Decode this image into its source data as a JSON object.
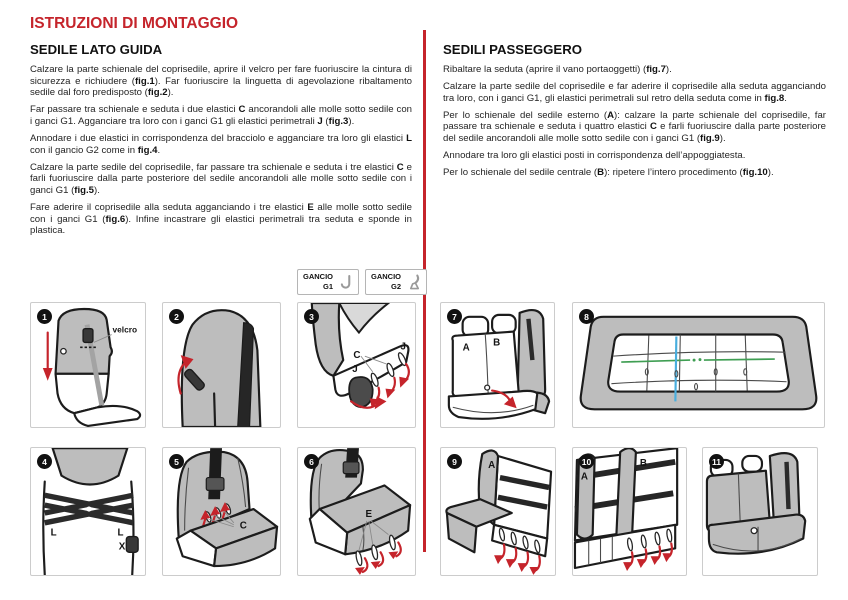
{
  "title": "ISTRUZIONI DI MONTAGGIO",
  "left_column": {
    "heading": "SEDILE LATO GUIDA",
    "paragraphs": [
      [
        {
          "t": "Calzare la parte schienale del coprisedile, aprire il velcro per fare fuoriuscire la cintura di sicurezza e richiudere ("
        },
        {
          "t": "fig.1",
          "b": true
        },
        {
          "t": "). Far fuoriuscire la linguetta di agevolazione ribaltamento sedile dal foro predisposto ("
        },
        {
          "t": "fig.2",
          "b": true
        },
        {
          "t": ")."
        }
      ],
      [
        {
          "t": "Far passare tra schienale e seduta i due elastici "
        },
        {
          "t": "C",
          "b": true
        },
        {
          "t": " ancorandoli alle molle sotto sedile con i ganci G1. Agganciare tra loro con i ganci G1 gli elastici perimetrali "
        },
        {
          "t": "J",
          "b": true
        },
        {
          "t": " ("
        },
        {
          "t": "fig.3",
          "b": true
        },
        {
          "t": ")."
        }
      ],
      [
        {
          "t": "Annodare i due elastici in corrispondenza del bracciolo e agganciare tra loro gli elastici "
        },
        {
          "t": "L",
          "b": true
        },
        {
          "t": " con il gancio G2 come in "
        },
        {
          "t": "fig.4",
          "b": true
        },
        {
          "t": "."
        }
      ],
      [
        {
          "t": "Calzare la parte sedile del coprisedile, far passare tra schienale e seduta i tre elastici "
        },
        {
          "t": "C",
          "b": true
        },
        {
          "t": " e farli fuoriuscire dalla parte posteriore del sedile ancorandoli alle molle sotto sedile con i ganci G1 ("
        },
        {
          "t": "fig.5",
          "b": true
        },
        {
          "t": ")."
        }
      ],
      [
        {
          "t": "Fare aderire il coprisedile alla seduta agganciando i tre elastici "
        },
        {
          "t": "E",
          "b": true
        },
        {
          "t": " alle molle sotto sedile con i ganci G1 ("
        },
        {
          "t": "fig.6",
          "b": true
        },
        {
          "t": "). Infine incastrare gli elastici perimetrali tra seduta e sponde in plastica."
        }
      ]
    ]
  },
  "right_column": {
    "heading": "SEDILI PASSEGGERO",
    "paragraphs": [
      [
        {
          "t": "Ribaltare la seduta (aprire il vano portaoggetti) ("
        },
        {
          "t": "fig.7",
          "b": true
        },
        {
          "t": ")."
        }
      ],
      [
        {
          "t": "Calzare la parte sedile del coprisedile e far aderire il coprisedile alla seduta agganciando tra loro, con i ganci G1, gli elastici perimetrali sul retro della seduta come in "
        },
        {
          "t": "fig.8",
          "b": true
        },
        {
          "t": "."
        }
      ],
      [
        {
          "t": "Per lo schienale del sedile esterno ("
        },
        {
          "t": "A",
          "b": true
        },
        {
          "t": "): calzare la parte schienale del coprisedile, far passare tra schienale e seduta i quattro elastici "
        },
        {
          "t": "C",
          "b": true
        },
        {
          "t": " e farli fuoriuscire dalla parte posteriore del sedile ancorandoli alle molle sotto sedile con i ganci G1 ("
        },
        {
          "t": "fig.9",
          "b": true
        },
        {
          "t": ")."
        }
      ],
      [
        {
          "t": "Annodare tra loro gli elastici posti in corrispondenza dell’appoggiatesta."
        }
      ],
      [
        {
          "t": "Per lo schienale del sedile centrale ("
        },
        {
          "t": "B",
          "b": true
        },
        {
          "t": "): ripetere l’intero procedimento ("
        },
        {
          "t": "fig.10",
          "b": true
        },
        {
          "t": ")."
        }
      ]
    ]
  },
  "hook_legend": {
    "boxes": [
      {
        "label": "GANCIO",
        "code": "G1",
        "icon": "hook-g1-icon"
      },
      {
        "label": "GANCIO",
        "code": "G2",
        "icon": "hook-g2-icon"
      }
    ]
  },
  "figures": {
    "fig1": {
      "num": "1",
      "velcro": "velcro"
    },
    "fig2": {
      "num": "2"
    },
    "fig3": {
      "num": "3",
      "j_left": "J",
      "c": "C",
      "j_right": "J"
    },
    "fig4": {
      "num": "4",
      "l_left": "L",
      "l_right": "L",
      "x": "X"
    },
    "fig5": {
      "num": "5",
      "c": "C"
    },
    "fig6": {
      "num": "6",
      "e": "E"
    },
    "fig7": {
      "num": "7",
      "a": "A",
      "b": "B"
    },
    "fig8": {
      "num": "8"
    },
    "fig9": {
      "num": "9",
      "a": "A"
    },
    "fig10": {
      "num": "10",
      "a": "A",
      "b": "B"
    },
    "fig11": {
      "num": "11"
    }
  },
  "colors": {
    "accent_red": "#c5242b",
    "seat_gray": "#bdbdbd",
    "elastic_green": "#3f9e53",
    "elastic_blue": "#49aede",
    "panel_border": "#cccccc"
  }
}
